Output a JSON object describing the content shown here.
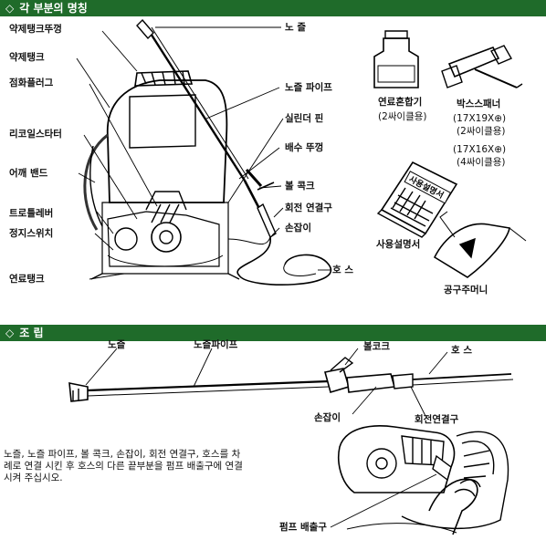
{
  "section1": {
    "title": "각 부분의 명칭"
  },
  "section2": {
    "title": "조 립"
  },
  "parts_left": [
    "약제탱크뚜껑",
    "약제탱크",
    "점화플러그",
    "리코일스타터",
    "어깨 밴드",
    "트로틀레버",
    "정지스위치",
    "연료탱크"
  ],
  "parts_right": [
    "노 즐",
    "노즐 파이프",
    "실린더 핀",
    "배수 뚜껑",
    "볼 콕크",
    "회전 연결구",
    "손잡이",
    "호 스"
  ],
  "accessories": {
    "fuel_bottle": {
      "name": "연료혼합기",
      "note": "(2싸이클용)"
    },
    "box_spanner": {
      "name": "박스스패너",
      "spec1": "(17X19X⊕)",
      "note1": "(2싸이클용)",
      "spec2": "(17X16X⊕)",
      "note2": "(4싸이클용)"
    },
    "manual": {
      "name": "사용설명서",
      "cover": "사용설명서"
    },
    "tool_bag": {
      "name": "공구주머니"
    }
  },
  "assembly_labels": {
    "nozzle": "노즐",
    "nozzle_pipe": "노즐파이프",
    "ball_cock": "볼코크",
    "hose": "호 스",
    "handle": "손잡이",
    "swivel": "회전연결구",
    "pump_outlet": "펌프 배출구"
  },
  "instructions": "노즐, 노즐 파이프, 볼 콕크, 손잡이, 회전 연결구, 호스를 차례로 연결 시킨 후 호스의 다른 끝부분을 펌프 배출구에 연결 시켜 주십시오."
}
